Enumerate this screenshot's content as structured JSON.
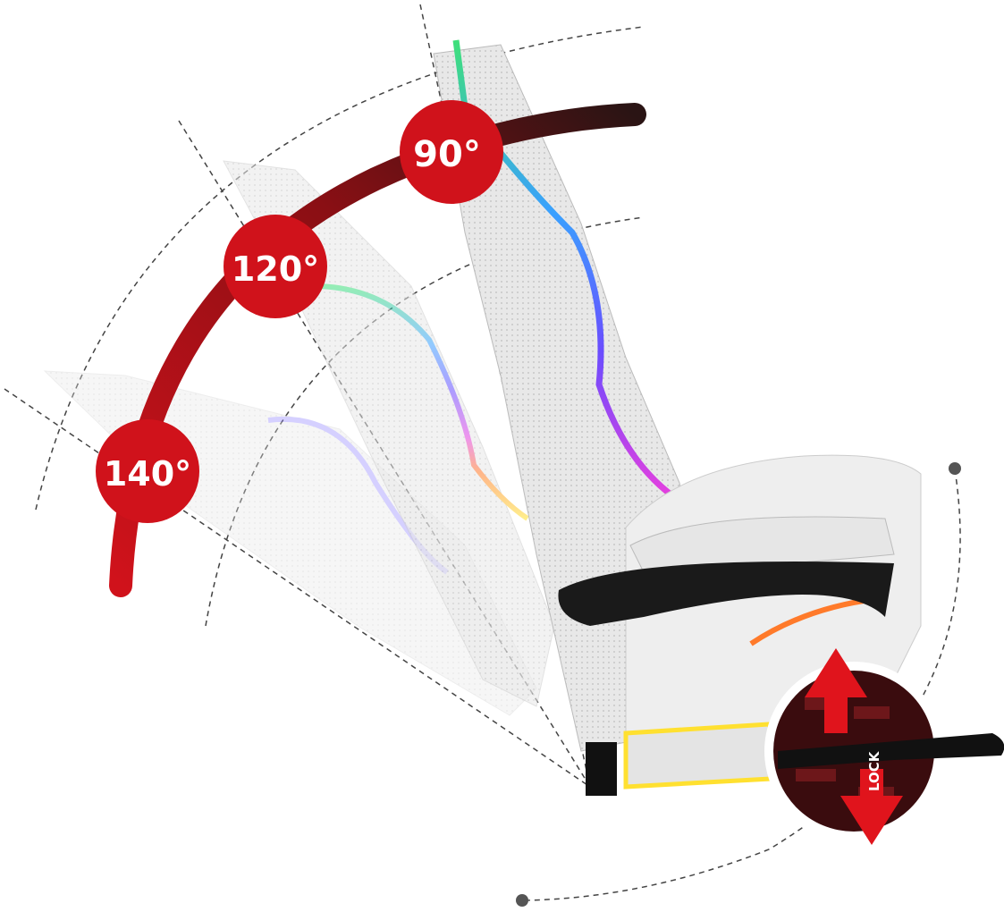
{
  "angles": [
    {
      "label": "90°",
      "value": 90
    },
    {
      "label": "120°",
      "value": 120
    },
    {
      "label": "140°",
      "value": 140
    }
  ],
  "lock": {
    "label": "LOCK"
  },
  "colors": {
    "arc_start": "#d0121b",
    "arc_end": "#2a1414",
    "badge": "#d0121b",
    "lock_bg": "#3a0c0e",
    "lock_arrow": "#e0141c",
    "dash": "#444444"
  }
}
